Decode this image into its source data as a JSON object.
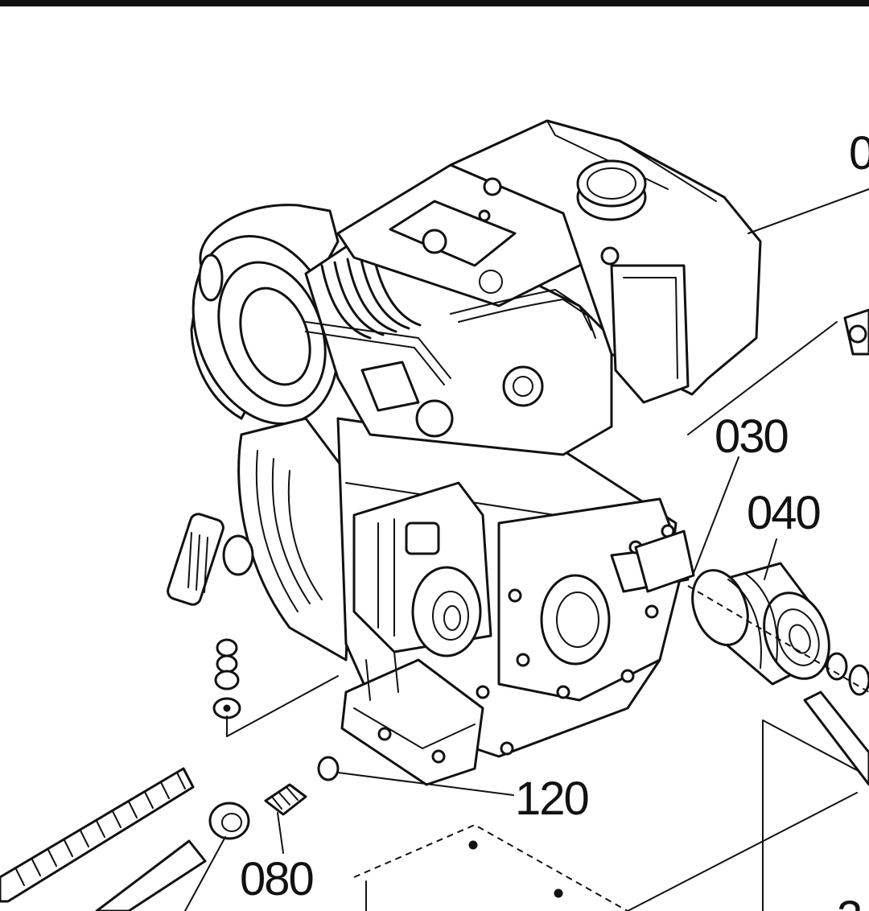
{
  "callouts": {
    "c030": "030",
    "c040": "040",
    "c120": "120",
    "c080": "080",
    "cTopRight": "0",
    "cBottomRight": "3"
  }
}
